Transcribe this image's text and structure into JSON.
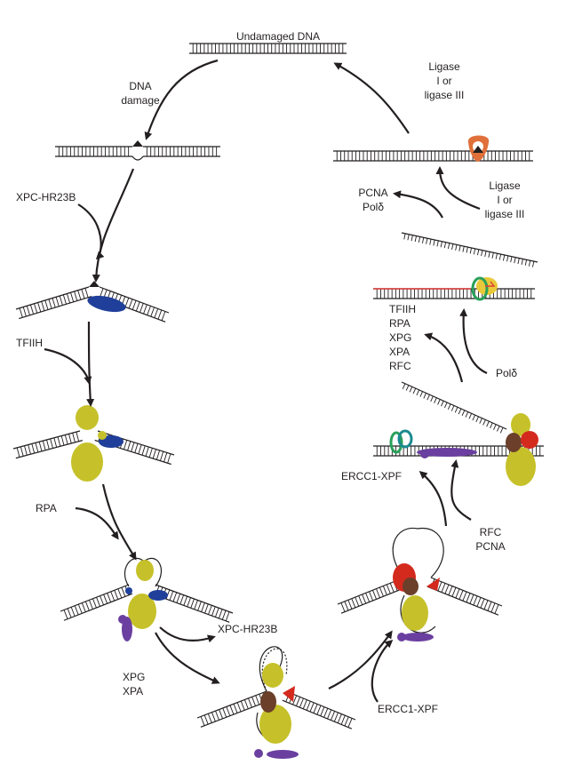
{
  "diagram": {
    "top_label": "Undamaged DNA",
    "labels": {
      "dna_damage": [
        "DNA",
        "damage"
      ],
      "xpc_hr23b_in": "XPC-HR23B",
      "tfiih_in": "TFIIH",
      "rpa_in": "RPA",
      "xpc_hr23b_out": "XPC-HR23B",
      "xpg_xpa_in": [
        "XPG",
        "XPA"
      ],
      "ercc1_xpf_in": "ERCC1-XPF",
      "rfc_pcna_in": [
        "RFC",
        "PCNA"
      ],
      "ercc1_xpf_out": "ERCC1-XPF",
      "pold_in": "Polδ",
      "release_list": [
        "TFIIH",
        "RPA",
        "XPG",
        "XPA",
        "RFC"
      ],
      "ligase_in": [
        "Ligase",
        "I or",
        "ligase III"
      ],
      "pcna_pold_out": [
        "PCNA",
        "Polδ"
      ],
      "ligase_out": [
        "Ligase",
        "I or",
        "ligase III"
      ]
    },
    "colors": {
      "xpc": "#1f3f9a",
      "tfiih": "#c6c12a",
      "rpa": "#6a3fa0",
      "xpg": "#d42a1e",
      "xpf": "#6b3f2a",
      "pcna": "#1a8a8f",
      "rfc": "#2aa05a",
      "pold": "#e8c93a",
      "ligase": "#e0703a",
      "new_dna": "#e23b3b"
    }
  }
}
